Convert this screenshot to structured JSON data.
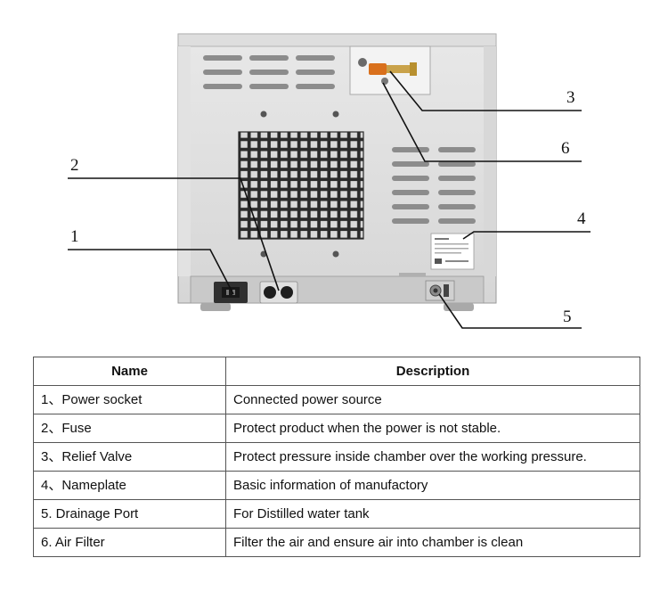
{
  "figure": {
    "callouts": [
      "1",
      "2",
      "3",
      "4",
      "5",
      "6"
    ]
  },
  "table": {
    "headers": [
      "Name",
      "Description"
    ],
    "rows": [
      {
        "name": "1、Power socket",
        "desc": "Connected power source"
      },
      {
        "name": "2、Fuse",
        "desc": "Protect product when the power is not stable."
      },
      {
        "name": "3、Relief Valve",
        "desc": "Protect pressure inside chamber over the working pressure."
      },
      {
        "name": "4、Nameplate",
        "desc": "Basic information of manufactory"
      },
      {
        "name": "5. Drainage Port",
        "desc": "For Distilled water tank"
      },
      {
        "name": "6. Air Filter",
        "desc": "Filter the air and ensure air into chamber is clean"
      }
    ]
  }
}
